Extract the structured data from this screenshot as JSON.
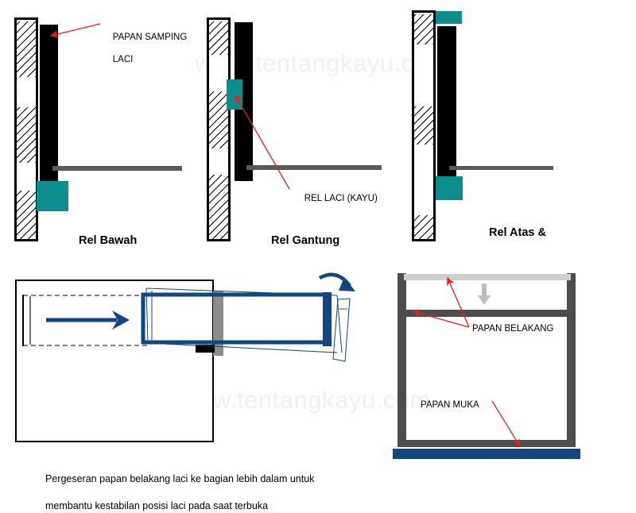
{
  "document": {
    "title": "Diagram Rel Laci Kayu",
    "watermark": "www.tentangkayu.com"
  },
  "colors": {
    "drawer_side_black": "#000000",
    "rail_teal": "#0d8c8c",
    "rail_gray": "#59595b",
    "arrow_red": "#ee1c1c",
    "drawer_navy": "#13457e",
    "cabinet_gray": "#4d4d4d",
    "shelf_light_gray": "#cfcfcf",
    "watermark_gray": "#f1f1f1"
  },
  "panels": [
    {
      "id": "rel-bawah",
      "title": "Rel Bawah",
      "annotations": [
        {
          "id": "papan-samping-laci",
          "line1": "PAPAN SAMPING",
          "line2": "LACI"
        }
      ]
    },
    {
      "id": "rel-gantung",
      "title": "Rel Gantung",
      "annotations": [
        {
          "id": "rel-laci-kayu",
          "line1": "REL LACI (KAYU)",
          "line2": ""
        }
      ]
    },
    {
      "id": "rel-atas",
      "title": "Rel Atas &",
      "annotations": []
    }
  ],
  "plan_view": {
    "id": "drawer-plan-view",
    "caption_line1": "Pergeseran papan belakang laci ke bagian lebih dalam untuk",
    "caption_line2": "membantu kestabilan posisi laci pada saat terbuka"
  },
  "front_view": {
    "id": "cabinet-front-view",
    "labels": [
      {
        "id": "papan-belakang",
        "text": "PAPAN BELAKANG"
      },
      {
        "id": "papan-muka",
        "text": "PAPAN MUKA"
      }
    ]
  }
}
